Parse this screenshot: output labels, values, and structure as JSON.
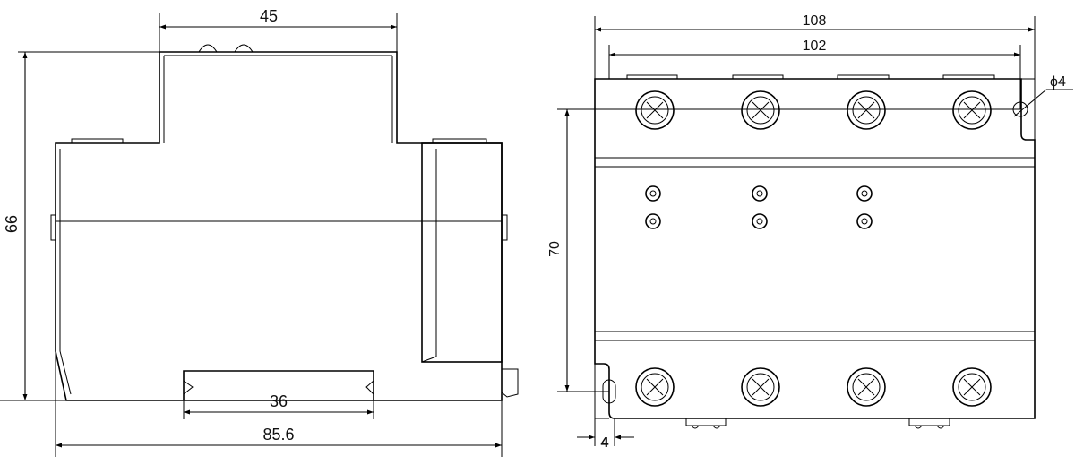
{
  "side_view": {
    "dim_top_width": "45",
    "dim_height": "66",
    "dim_rail_width": "36",
    "dim_total_depth": "85.6"
  },
  "front_view": {
    "dim_total_width": "108",
    "dim_mounting_spacing": "102",
    "dim_height": "70",
    "dim_hole_diameter": "ϕ4",
    "dim_slot_width": "4",
    "terminal_count_per_row": 4,
    "indicator_columns": 3
  }
}
